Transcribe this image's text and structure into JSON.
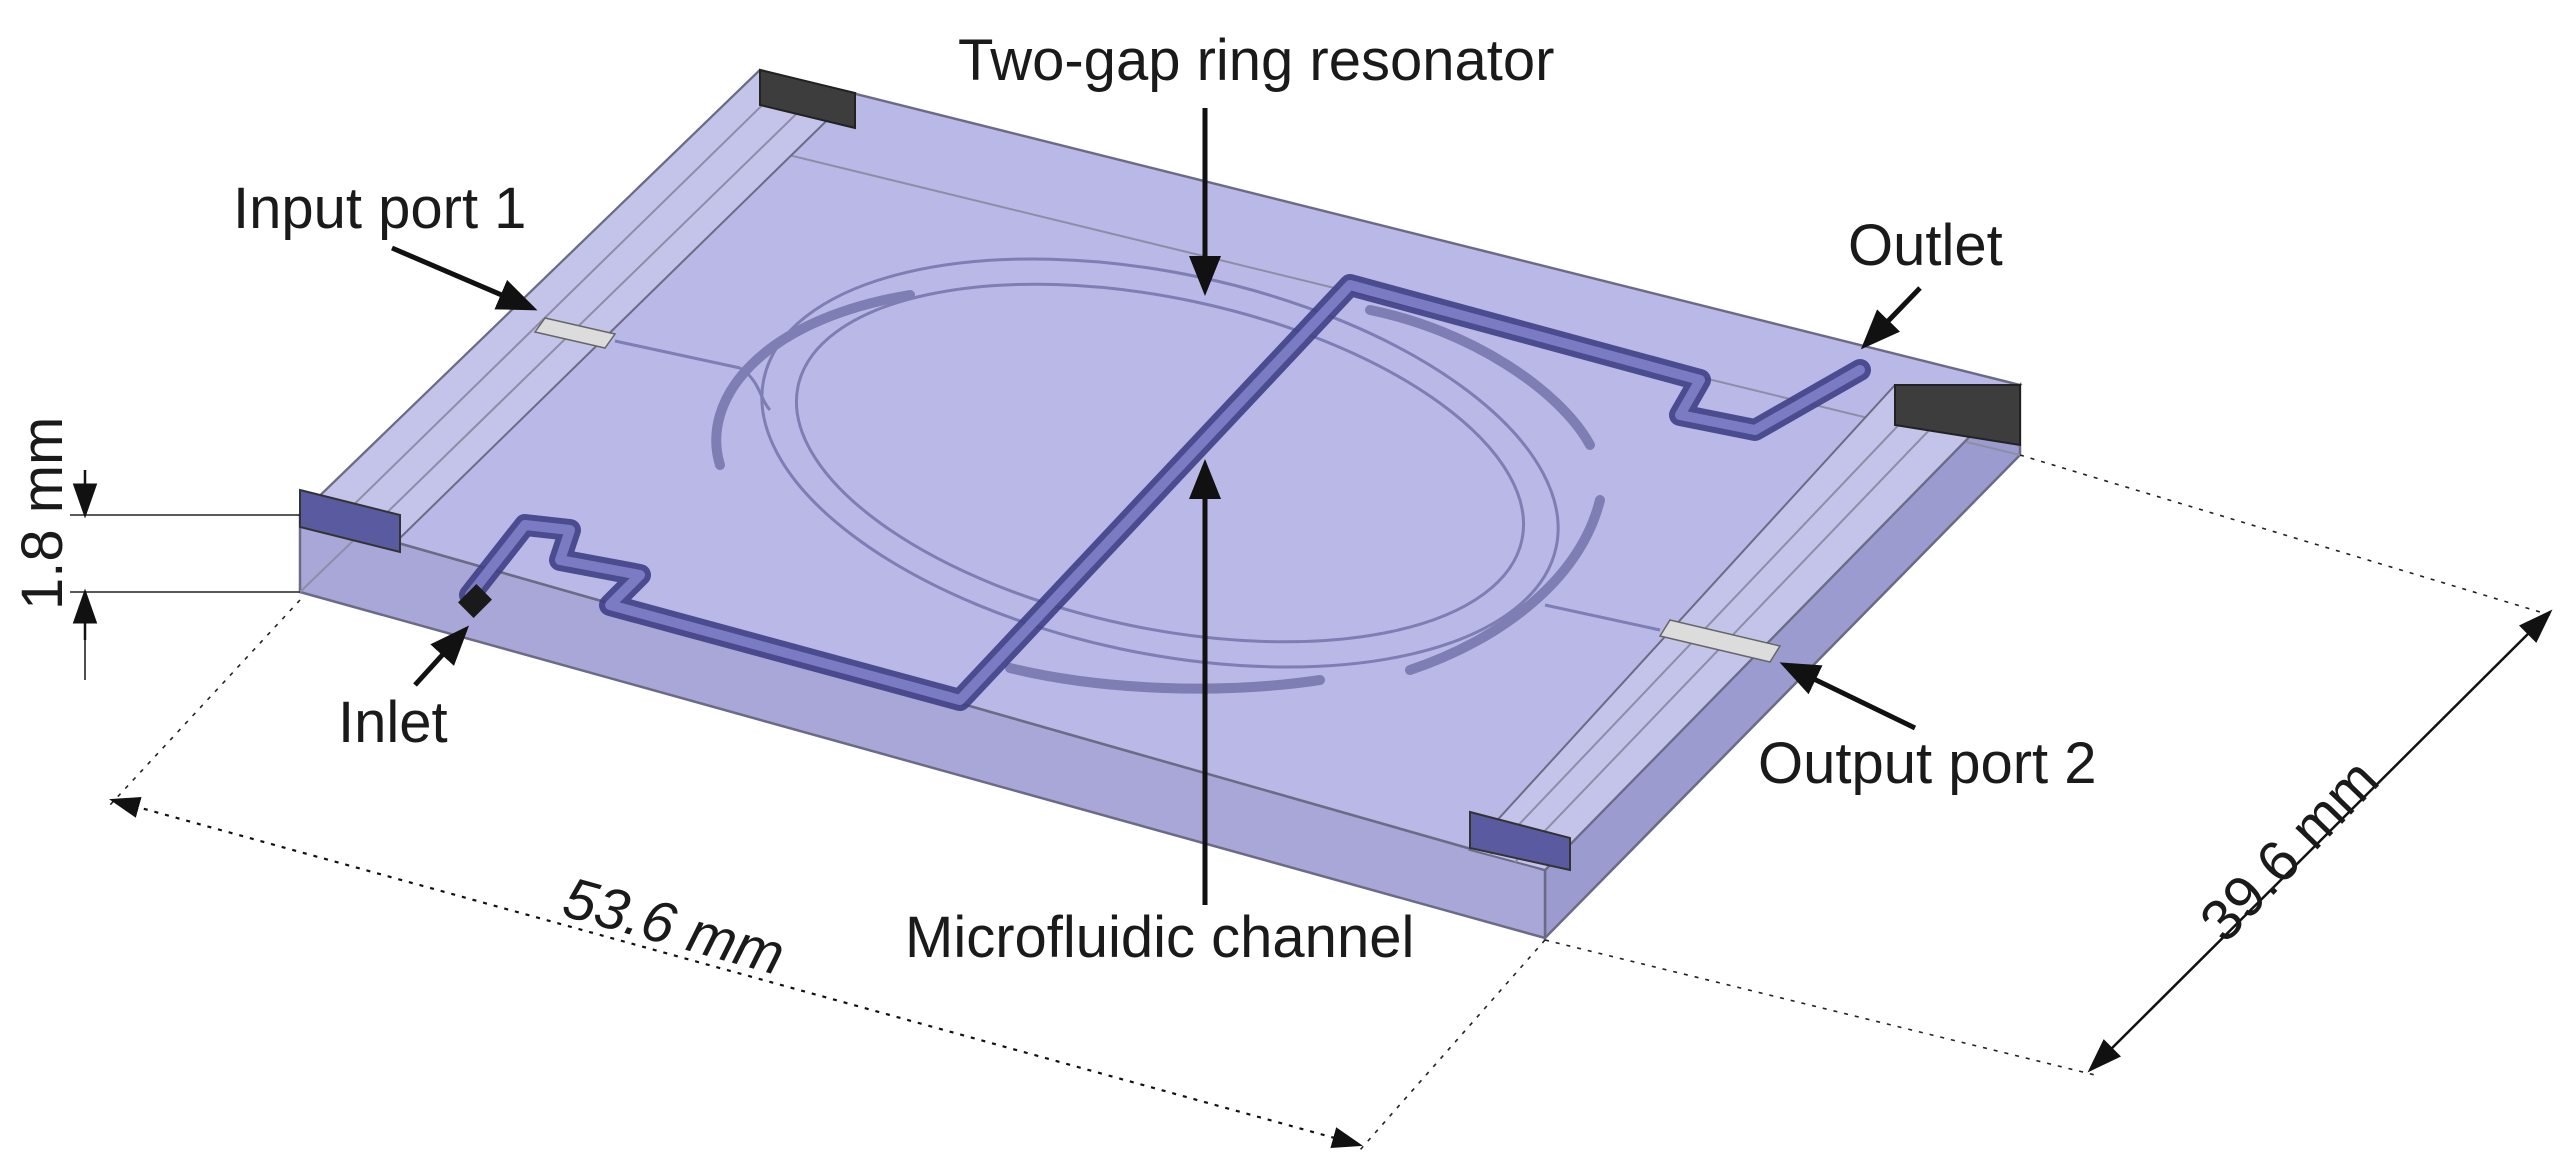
{
  "labels": {
    "resonator": "Two-gap ring resonator",
    "input_port": "Input port 1",
    "outlet": "Outlet",
    "inlet": "Inlet",
    "output_port": "Output port 2",
    "channel": "Microfluidic channel"
  },
  "dimensions": {
    "thickness": "1.8 mm",
    "length": "53.6 mm",
    "width": "39.6 mm"
  },
  "colors": {
    "substrate": "#b9b8e6",
    "channel": "#4b4b8f",
    "port_metal": "#d9d9d9",
    "connector": "#3a3a3a"
  }
}
